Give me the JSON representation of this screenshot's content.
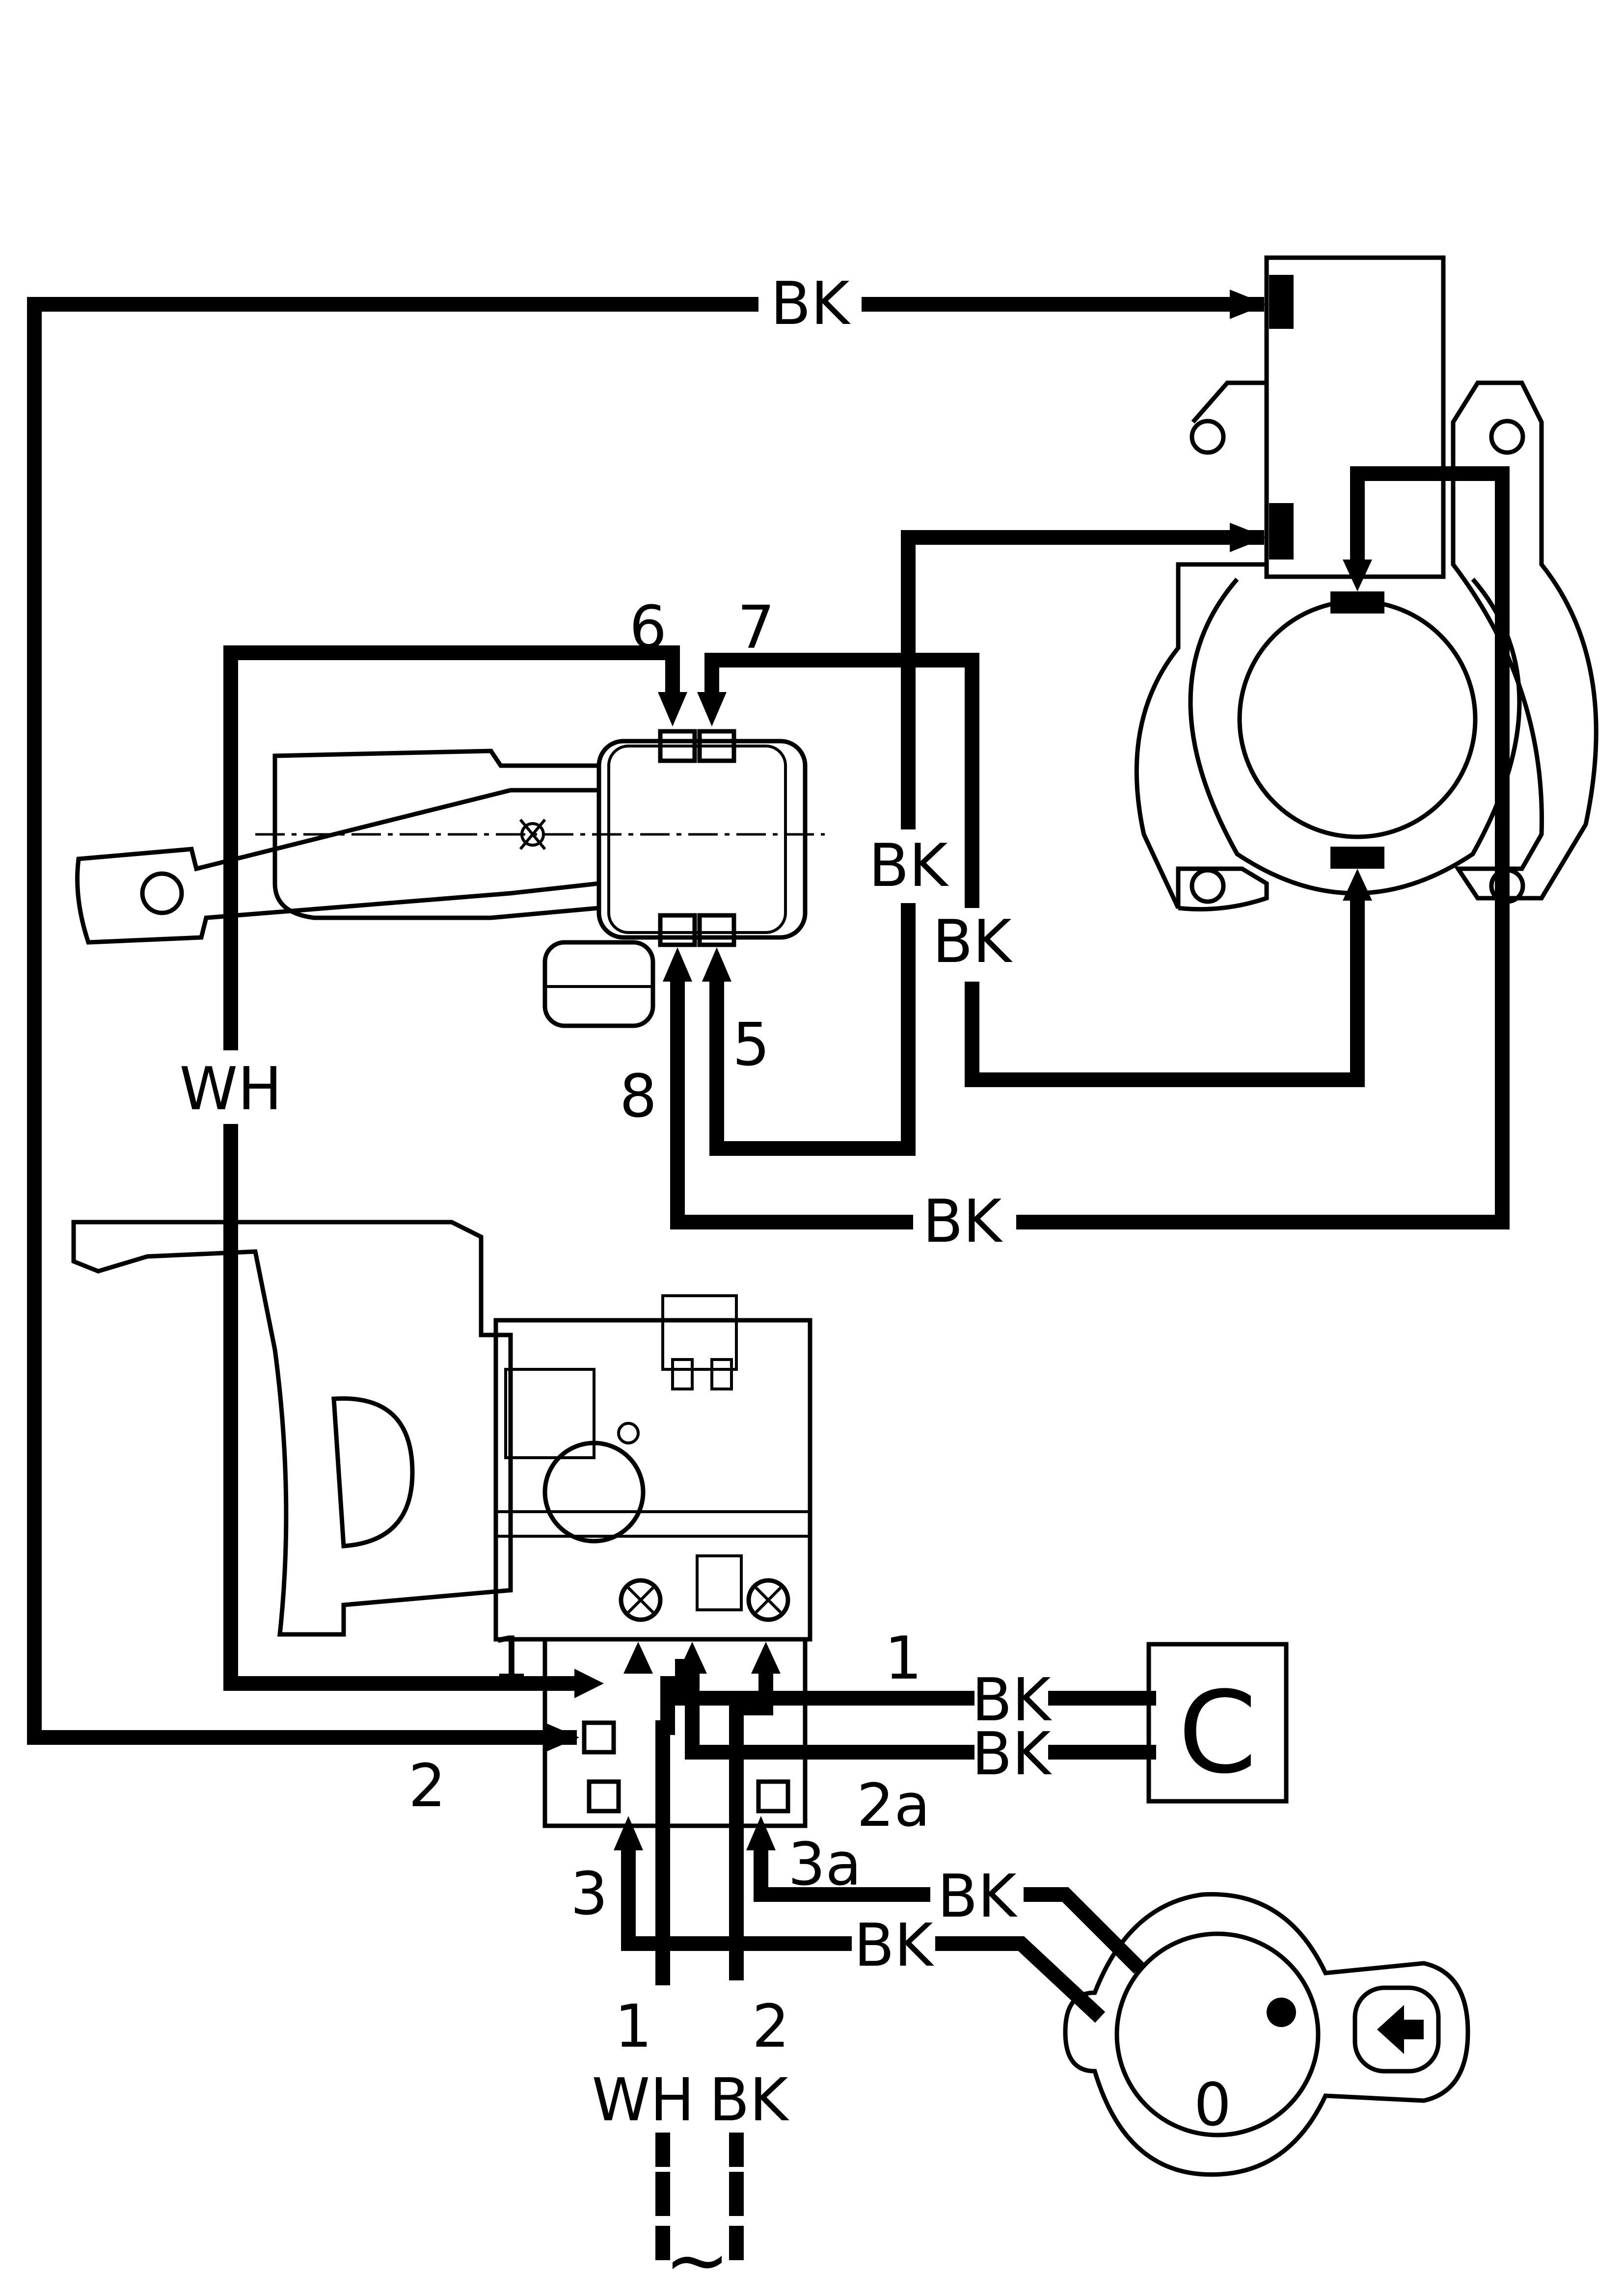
{
  "wire_labels": {
    "top_bk": "BK",
    "wh_left": "WH",
    "bk_mid_left": "BK",
    "bk_mid_right": "BK",
    "bk_bottom": "BK",
    "bk_cap_1": "BK",
    "bk_cap_2": "BK",
    "bk_sel_1": "BK",
    "bk_sel_2": "BK",
    "mains_wh": "WH",
    "mains_bk": "BK"
  },
  "terminal_labels": {
    "t6": "6",
    "t7": "7",
    "t5": "5",
    "t8": "8",
    "sw_1_left": "1",
    "sw_1_right": "1",
    "sw_2": "2",
    "sw_2a": "2a",
    "sw_3": "3",
    "sw_3a": "3a",
    "mains_1": "1",
    "mains_2": "2"
  },
  "capacitor_label": "C",
  "selector_position": "0",
  "mains_symbol": "~"
}
